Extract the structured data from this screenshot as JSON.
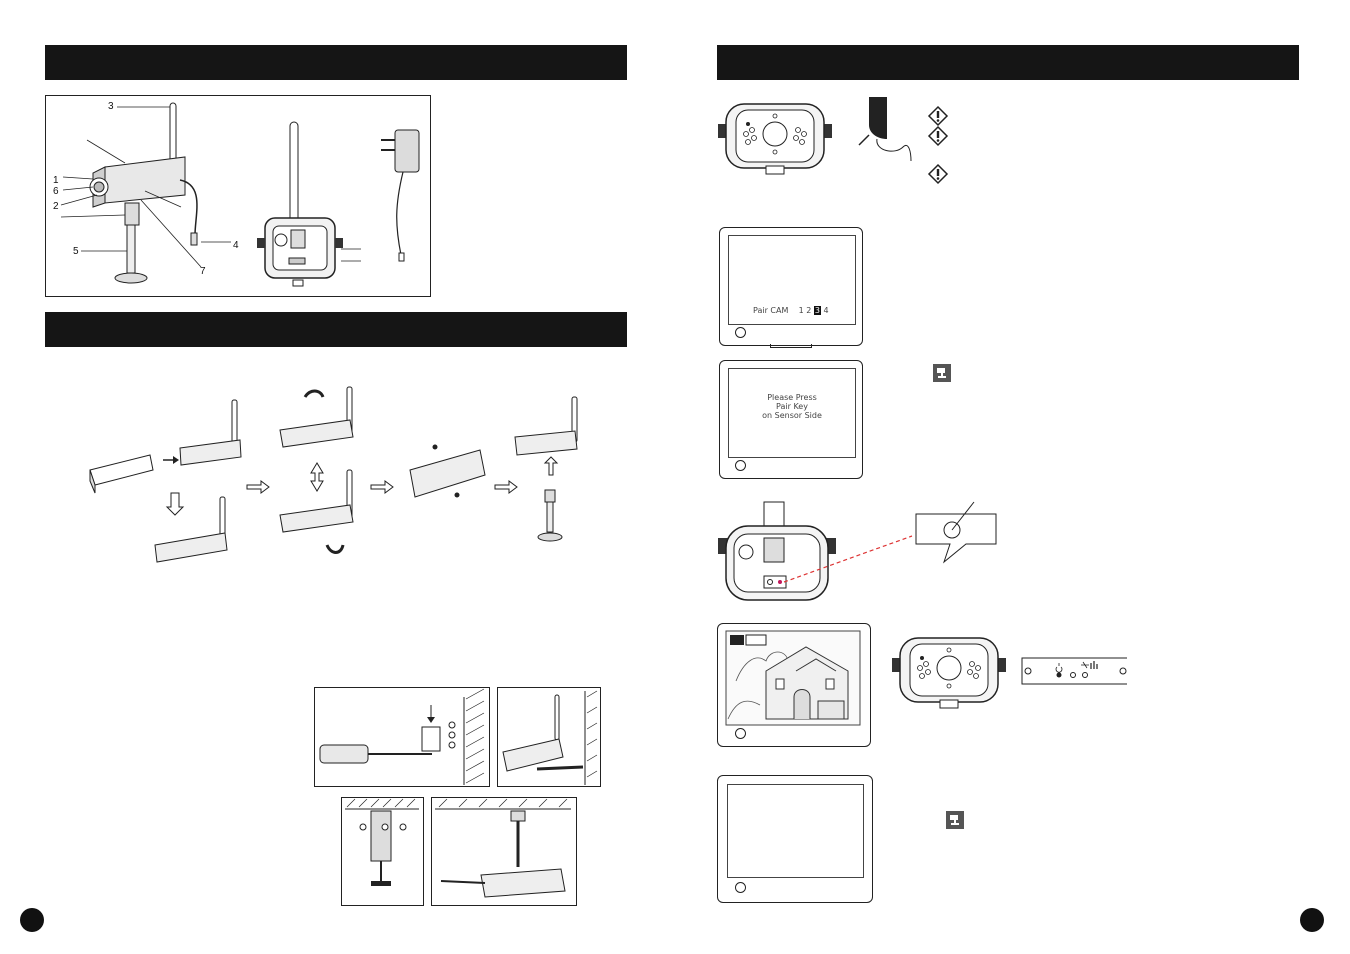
{
  "left_page": {
    "section_bars": [
      "",
      ""
    ],
    "part_callouts": [
      "1",
      "2",
      "3",
      "4",
      "5",
      "6",
      "7"
    ]
  },
  "right_page": {
    "section_bars": [
      ""
    ],
    "warning_icon": "warning-exclamation-icon",
    "screens": {
      "pair_cam": {
        "label": "Pair CAM",
        "channels": [
          "1",
          "2",
          "3",
          "4"
        ],
        "selected_channel": "3"
      },
      "press_pair": {
        "lines": [
          "Please Press",
          "Pair Key",
          "on Sensor Side"
        ]
      }
    },
    "pair_menu_icon": "pair-menu-icon"
  },
  "page_markers": [
    "page-number-left",
    "page-number-right"
  ]
}
